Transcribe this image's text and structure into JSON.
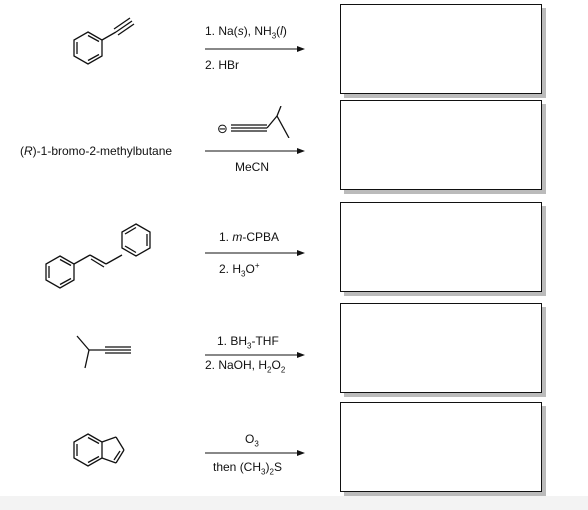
{
  "reactions": [
    {
      "reactant_label": "",
      "conditions": [
        {
          "pre": "1. Na(",
          "ital": "s",
          "mid": "), NH",
          "sub": "3",
          "pre2": "(",
          "ital2": "l",
          "post": ")"
        },
        {
          "text": "2. HBr"
        }
      ]
    },
    {
      "reactant_label": "(R)-1-bromo-2-methylbutane",
      "reactant_prefix": "(",
      "reactant_italic": "R",
      "reactant_rest": ")-1-bromo-2-methylbutane",
      "reagent_charge": "⊖",
      "conditions": [
        {
          "text": "MeCN"
        }
      ]
    },
    {
      "conditions": [
        {
          "pre": "1. ",
          "ital": "m",
          "post": "-CPBA"
        },
        {
          "pre": "2. H",
          "sub": "3",
          "mid": "O",
          "sup": "+"
        }
      ]
    },
    {
      "conditions": [
        {
          "pre": "1. BH",
          "sub": "3",
          "post": "-THF"
        },
        {
          "pre": "2. NaOH, H",
          "sub": "2",
          "mid": "O",
          "sub2": "2"
        }
      ]
    },
    {
      "conditions": [
        {
          "pre": "O",
          "sub": "3"
        },
        {
          "pre": "then (CH",
          "sub": "3",
          "mid": ")",
          "sub2": "2",
          "post": "S"
        }
      ]
    }
  ]
}
